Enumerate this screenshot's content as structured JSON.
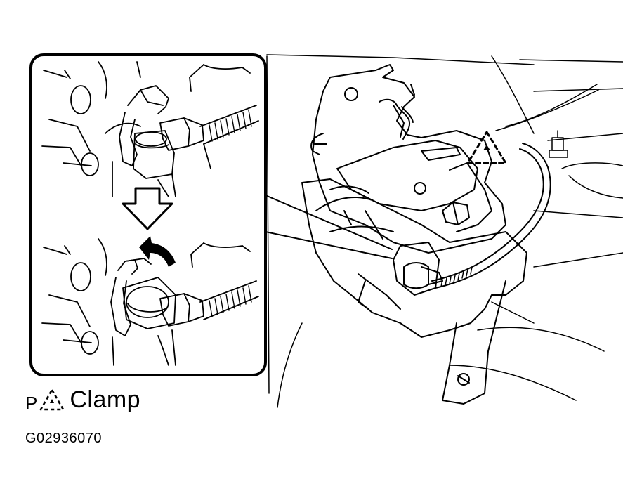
{
  "legend": {
    "prefix": "P",
    "symbol": "triangle-dashed-icon",
    "label": "Clamp"
  },
  "figure_id": "G02936070",
  "colors": {
    "line": "#000000",
    "background": "#ffffff"
  }
}
